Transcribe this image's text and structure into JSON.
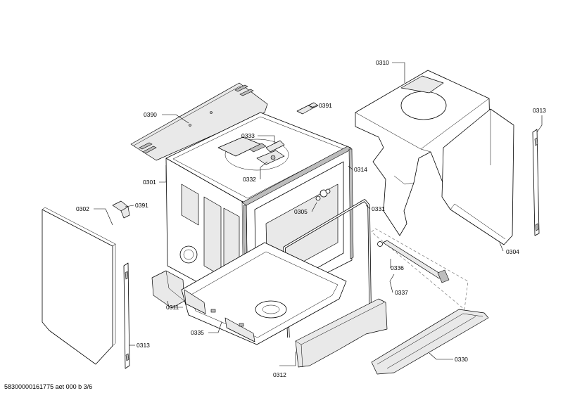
{
  "parts": {
    "p0310": "0310",
    "p0313a": "0313",
    "p0390": "0390",
    "p0391a": "0391",
    "p0333": "0333",
    "p0301": "0301",
    "p0332": "0332",
    "p0314": "0314",
    "p0302": "0302",
    "p0391b": "0391",
    "p0305": "0305",
    "p0331": "0331",
    "p0304": "0304",
    "p0336": "0336",
    "p0337": "0337",
    "p0311": "0311",
    "p0335": "0335",
    "p0313b": "0313",
    "p0312": "0312",
    "p0330": "0330"
  },
  "footer": "58300000161775 aet 000 b 3/6"
}
